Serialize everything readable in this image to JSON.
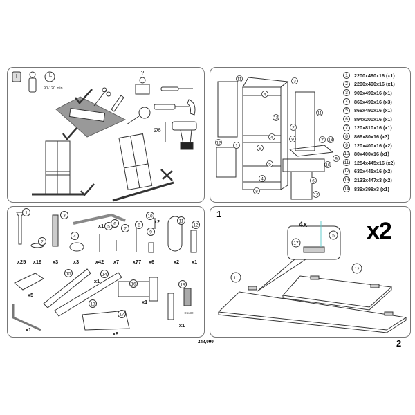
{
  "intro": {
    "time_label": "90-120 min",
    "drill_label": "Ø6"
  },
  "parts_list": [
    {
      "num": "1",
      "dims": "2200x490x16 (x1)"
    },
    {
      "num": "2",
      "dims": "2200x490x16 (x1)"
    },
    {
      "num": "3",
      "dims": "900x490x16 (x1)"
    },
    {
      "num": "4",
      "dims": "866x490x16 (x3)"
    },
    {
      "num": "5",
      "dims": "866x490x16 (x1)"
    },
    {
      "num": "6",
      "dims": "894x200x16 (x1)"
    },
    {
      "num": "7",
      "dims": "120x810x16 (x1)"
    },
    {
      "num": "8",
      "dims": "866x80x16 (x3)"
    },
    {
      "num": "9",
      "dims": "120x400x16 (x2)"
    },
    {
      "num": "10",
      "dims": "80x400x16 (x1)"
    },
    {
      "num": "11",
      "dims": "1254x445x16 (x2)"
    },
    {
      "num": "12",
      "dims": "630x445x16 (x2)"
    },
    {
      "num": "13",
      "dims": "2133x447x3 (x2)"
    },
    {
      "num": "14",
      "dims": "839x398x3 (x1)"
    }
  ],
  "hardware": [
    {
      "num": "1",
      "qty": "x25"
    },
    {
      "num": "2",
      "qty": "x19"
    },
    {
      "num": "3",
      "qty": "x3"
    },
    {
      "num": "4",
      "qty": "x3"
    },
    {
      "num": "5",
      "qty": "x42"
    },
    {
      "num": "6",
      "qty": "x1"
    },
    {
      "num": "7",
      "qty": "x7"
    },
    {
      "num": "8",
      "qty": "x77"
    },
    {
      "num": "9",
      "qty": "x6"
    },
    {
      "num": "10",
      "qty": "x2"
    },
    {
      "num": "11",
      "qty": "x2"
    },
    {
      "num": "12",
      "qty": "x1"
    },
    {
      "num": "13",
      "qty": "x1"
    },
    {
      "num": "14",
      "qty": "x5"
    },
    {
      "num": "15",
      "qty": "x1"
    },
    {
      "num": "16",
      "qty": "x1"
    },
    {
      "num": "17",
      "qty": "x8"
    },
    {
      "num": "18",
      "qty": "x1"
    }
  ],
  "bolt_label": "D5x32",
  "step": {
    "number": "1",
    "multiplier": "x2",
    "detail_count": "4x",
    "callouts": [
      "17",
      "5",
      "11",
      "12"
    ]
  },
  "footer_code": "243,000",
  "page_number": "2"
}
